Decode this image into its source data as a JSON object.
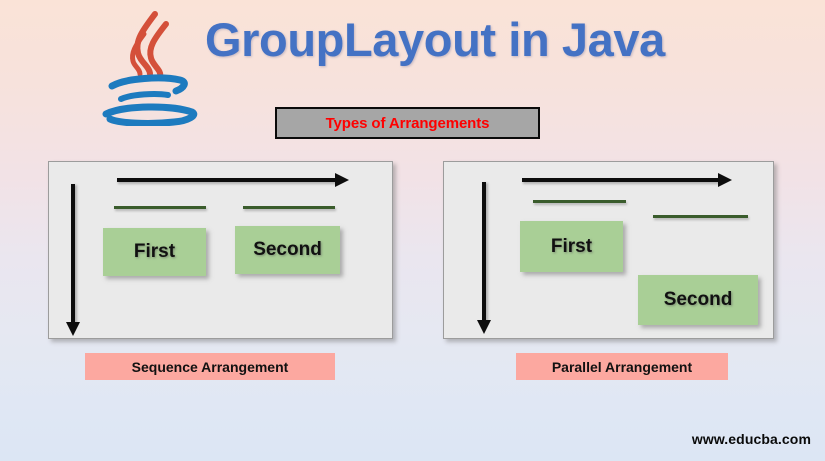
{
  "slide": {
    "title": "GroupLayout in Java",
    "title_color": "#4472C4",
    "background_top_color": "#FAE3D7",
    "background_bottom_color": "#DCE6F4",
    "footer_url": "www.educba.com"
  },
  "logo": {
    "name": "java-logo",
    "steam_color": "#D4503A",
    "cup_color": "#1D7BBF"
  },
  "banner": {
    "label": "Types of Arrangements",
    "background_color": "#A6A6A6",
    "text_color": "#FF0000",
    "border_color": "#0A0A0A"
  },
  "panels": [
    {
      "id": "sequence",
      "caption": "Sequence Arrangement",
      "caption_color": "#FCA8A0",
      "panel_background": "#EAEAEA",
      "components": [
        {
          "label": "First"
        },
        {
          "label": "Second"
        }
      ],
      "rule_color": "#3A5C2C",
      "arrow_color": "#0D0D0D"
    },
    {
      "id": "parallel",
      "caption": "Parallel Arrangement",
      "caption_color": "#FCA8A0",
      "panel_background": "#EAEAEA",
      "components": [
        {
          "label": "First"
        },
        {
          "label": "Second"
        }
      ],
      "rule_color": "#3A5C2C",
      "arrow_color": "#0D0D0D"
    }
  ]
}
